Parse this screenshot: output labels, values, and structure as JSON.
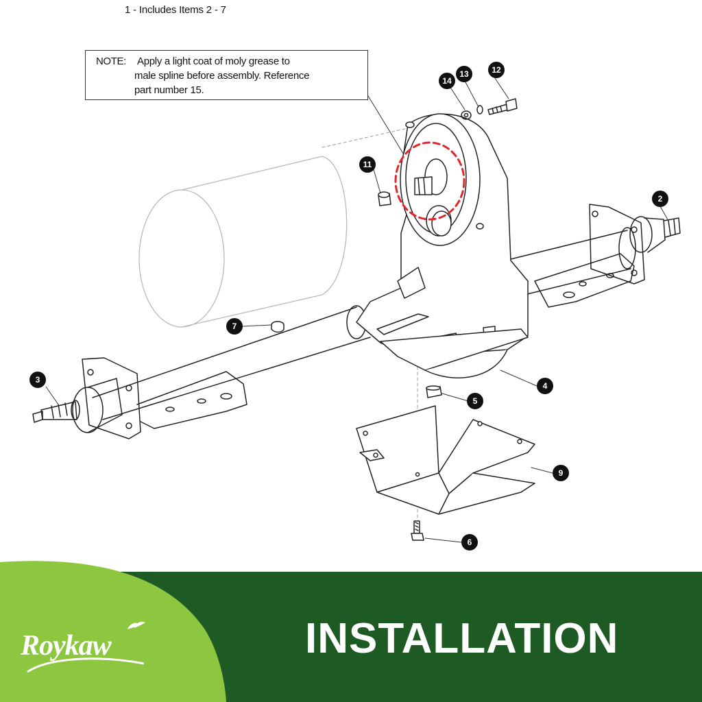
{
  "header": {
    "includes_text": "1 - Includes Items 2 - 7"
  },
  "note": {
    "label": "NOTE:",
    "line1": "Apply a light coat of moly grease to",
    "line2": "male spline before assembly. Reference",
    "line3": "part number 15."
  },
  "callouts": {
    "c2": "2",
    "c3": "3",
    "c4": "4",
    "c5": "5",
    "c6": "6",
    "c7": "7",
    "c9": "9",
    "c11": "11",
    "c12": "12",
    "c13": "13",
    "c14": "14"
  },
  "banner": {
    "title": "INSTALLATION",
    "brand": "Roykaw"
  },
  "colors": {
    "banner_dark": "#1e5a23",
    "banner_light": "#8dc63f",
    "highlight": "#e0262a"
  }
}
